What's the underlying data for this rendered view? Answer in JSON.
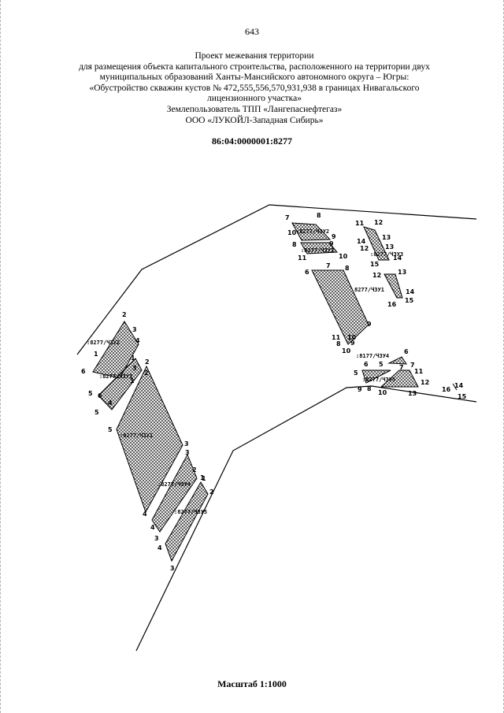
{
  "page_number": "643",
  "header": {
    "line1": "Проект межевания территории",
    "line2": "для размещения объекта капитального строительства, расположенного на территории двух",
    "line3": "муниципальных образований Ханты-Мансийского автономного округа – Югры:",
    "line4": "«Обустройство скважин кустов № 472,555,556,570,931,938 в границах Нивагальского",
    "line5": "лицензионного участка»",
    "line6": "Землепользователь ТПП «Лангепаснефтегаз»",
    "line7": "ООО «ЛУКОЙЛ-Западная Сибирь»"
  },
  "cadastral_number": "86:04:0000001:8277",
  "scale_label": "Масштаб 1:1000",
  "map": {
    "parcels": [
      {
        "id": "8277/ЧЗУ2-A",
        "label": ":8277/ЧЗУ2",
        "vertex_labels": [
          "1",
          "2",
          "3",
          "4",
          "5",
          "6"
        ]
      },
      {
        "id": "8277/ЧЗУ3-A",
        "label": ":8277/ЧЗУ3",
        "vertex_labels": [
          "1",
          "2",
          "3",
          "4",
          "5",
          "6"
        ]
      },
      {
        "id": "8277/ЧЗУ1-A",
        "label": ":8277/ЧЗУ1",
        "vertex_labels": [
          "1",
          "2",
          "3",
          "4",
          "5"
        ]
      },
      {
        "id": "8277/ЧЗУ4-A",
        "label": ":8277/ЧЗУ4",
        "vertex_labels": [
          "1",
          "2",
          "3",
          "4"
        ]
      },
      {
        "id": "8277/ЧЗУ5-A",
        "label": ":8277/ЧЗУ5",
        "vertex_labels": [
          "1",
          "2",
          "3",
          "4"
        ]
      },
      {
        "id": "8277/ЧЗУ2-B",
        "label": ":8277/ЧЗУ2",
        "vertex_labels": [
          "7",
          "8",
          "9",
          "10"
        ]
      },
      {
        "id": "8277/ЧЗУ3-B",
        "label": ":8277/ЧЗУ3",
        "vertex_labels": [
          "8",
          "9",
          "10",
          "11"
        ]
      },
      {
        "id": "8277/ЧЗУ3-C",
        "label": ":8277/ЧЗУ3",
        "vertex_labels": [
          "11",
          "12",
          "13",
          "14",
          "15"
        ]
      },
      {
        "id": "8277/ЧЗУ1-B",
        "label": "8277/ЧЗУ1",
        "vertex_labels": [
          "6",
          "7",
          "8",
          "9",
          "10",
          "11",
          "12",
          "13",
          "14",
          "15",
          "16"
        ]
      },
      {
        "id": "8177/ЧЗУ4",
        "label": ":8177/ЧЗУ4",
        "vertex_labels": [
          "5",
          "6",
          "7"
        ]
      },
      {
        "id": "8277/ЧЗУ5-B",
        "label": ":8277/ЧЗУ5",
        "vertex_labels": [
          "6",
          "7",
          "8",
          "9",
          "10",
          "11",
          "12",
          "13",
          "14",
          "15",
          "16"
        ]
      }
    ]
  }
}
